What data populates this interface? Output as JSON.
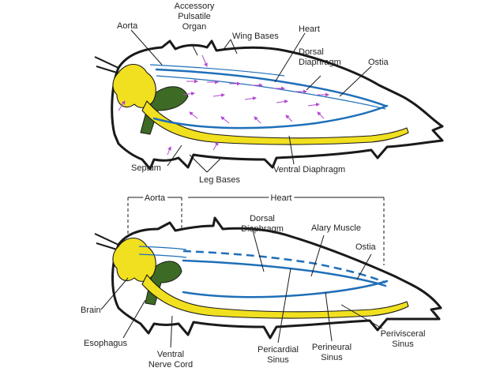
{
  "figure": {
    "upper_panel": {
      "labels": {
        "aorta": "Aorta",
        "accessory_pulsatile_organ": [
          "Accessory",
          "Pulsatile",
          "Organ"
        ],
        "wing_bases": "Wing Bases",
        "heart": "Heart",
        "dorsal_diaphragm": [
          "Dorsal",
          "Diaphragm"
        ],
        "ostia": "Ostia",
        "septum": "Septum",
        "leg_bases": "Leg Bases",
        "ventral_diaphragm": "Ventral Diaphragm"
      }
    },
    "lower_panel": {
      "bracket_labels": {
        "aorta": "Aorta",
        "heart": "Heart"
      },
      "labels": {
        "dorsal_diaphragm": [
          "Dorsal",
          "Diaphragm"
        ],
        "alary_muscle": "Alary Muscle",
        "ostia": "Ostia",
        "brain": "Brain",
        "esophagus": "Esophagus",
        "ventral_nerve_cord": [
          "Ventral",
          "Nerve Cord"
        ],
        "pericardial_sinus": [
          "Pericardial",
          "Sinus"
        ],
        "perineural_sinus": [
          "Perineural",
          "Sinus"
        ],
        "perivisceral_sinus": [
          "Perivisceral",
          "Sinus"
        ]
      }
    },
    "colors": {
      "vessel": "#1f6fb8",
      "nerve_tissue": "#f1e01f",
      "gut": "#3d6a24",
      "hemolymph_flow": "#b24ad0",
      "outline": "#1a1a1a"
    }
  }
}
